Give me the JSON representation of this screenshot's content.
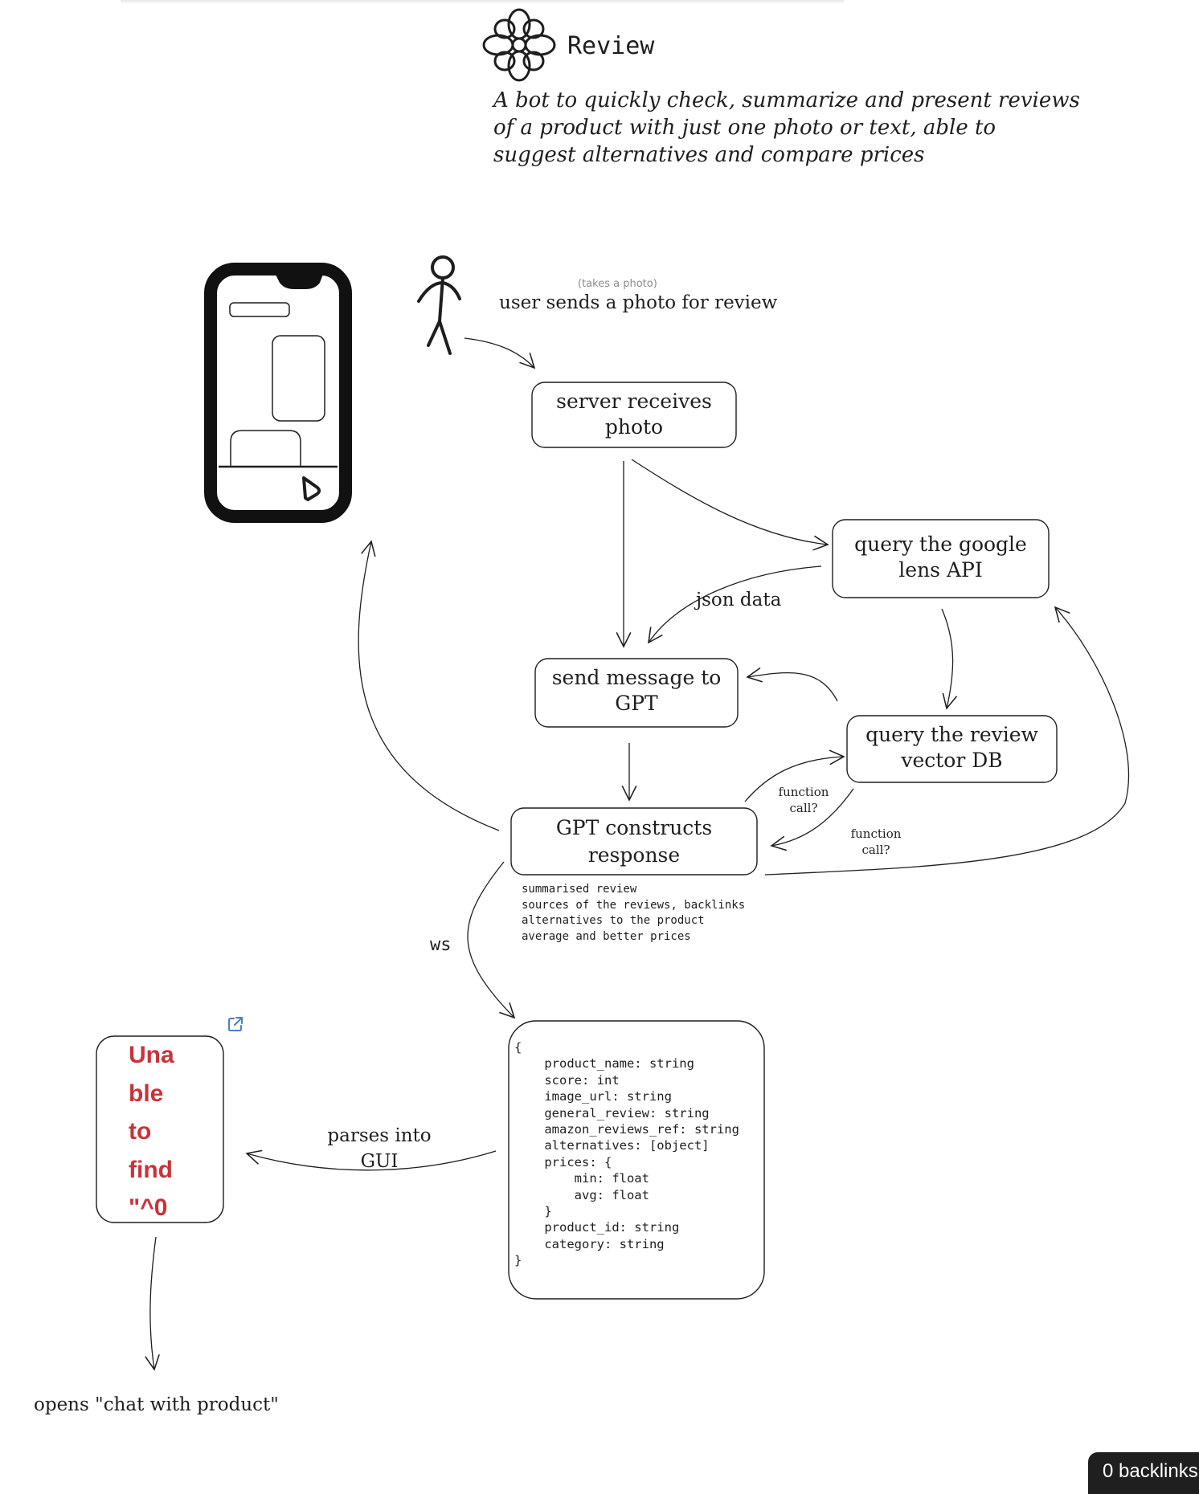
{
  "header": {
    "title": "Review",
    "description_lines": [
      "A bot to quickly check, summarize and present reviews",
      "of a product with just one photo or text, able to",
      "suggest alternatives and compare prices"
    ]
  },
  "diagram": {
    "photo_hint": "(takes a photo)",
    "user_caption": "user sends a photo for review",
    "nodes": {
      "server": [
        "server receives",
        "photo"
      ],
      "google_lens": [
        "query the google",
        "lens API"
      ],
      "send_gpt": [
        "send message to",
        "GPT"
      ],
      "review_db": [
        "query the review",
        "vector DB"
      ],
      "gpt_response": [
        "GPT constructs",
        "response"
      ]
    },
    "edge_labels": {
      "json_data": "json data",
      "function_call_1": [
        "function",
        "call?"
      ],
      "function_call_2": [
        "function",
        "call?"
      ],
      "ws": "ws",
      "parses_into_gui": [
        "parses into",
        "GUI"
      ]
    },
    "response_notes": [
      "summarised review",
      "sources of the reviews, backlinks",
      "alternatives to the product",
      "average and better prices"
    ],
    "schema_lines": [
      "{",
      "    product_name: string",
      "    score: int",
      "    image_url: string",
      "    general_review: string",
      "    amazon_reviews_ref: string",
      "    alternatives: [object]",
      "    prices: {",
      "        min: float",
      "        avg: float",
      "    }",
      "    product_id: string",
      "    category: string",
      "}"
    ],
    "embed_error_lines": [
      "Una",
      "ble",
      "to",
      "find",
      "\"^0"
    ],
    "opens_caption": "opens \"chat with product\""
  },
  "footer": {
    "backlinks": "0 backlinks"
  },
  "colors": {
    "ink": "#1e1e1e",
    "error_red": "#c8333a",
    "link_blue": "#4a7fc1",
    "hint_grey": "#8a8a8a",
    "badge_bg": "#1f1f1f"
  },
  "icons": [
    "flower-logo-icon",
    "phone-icon",
    "stick-figure-icon",
    "external-link-icon"
  ]
}
